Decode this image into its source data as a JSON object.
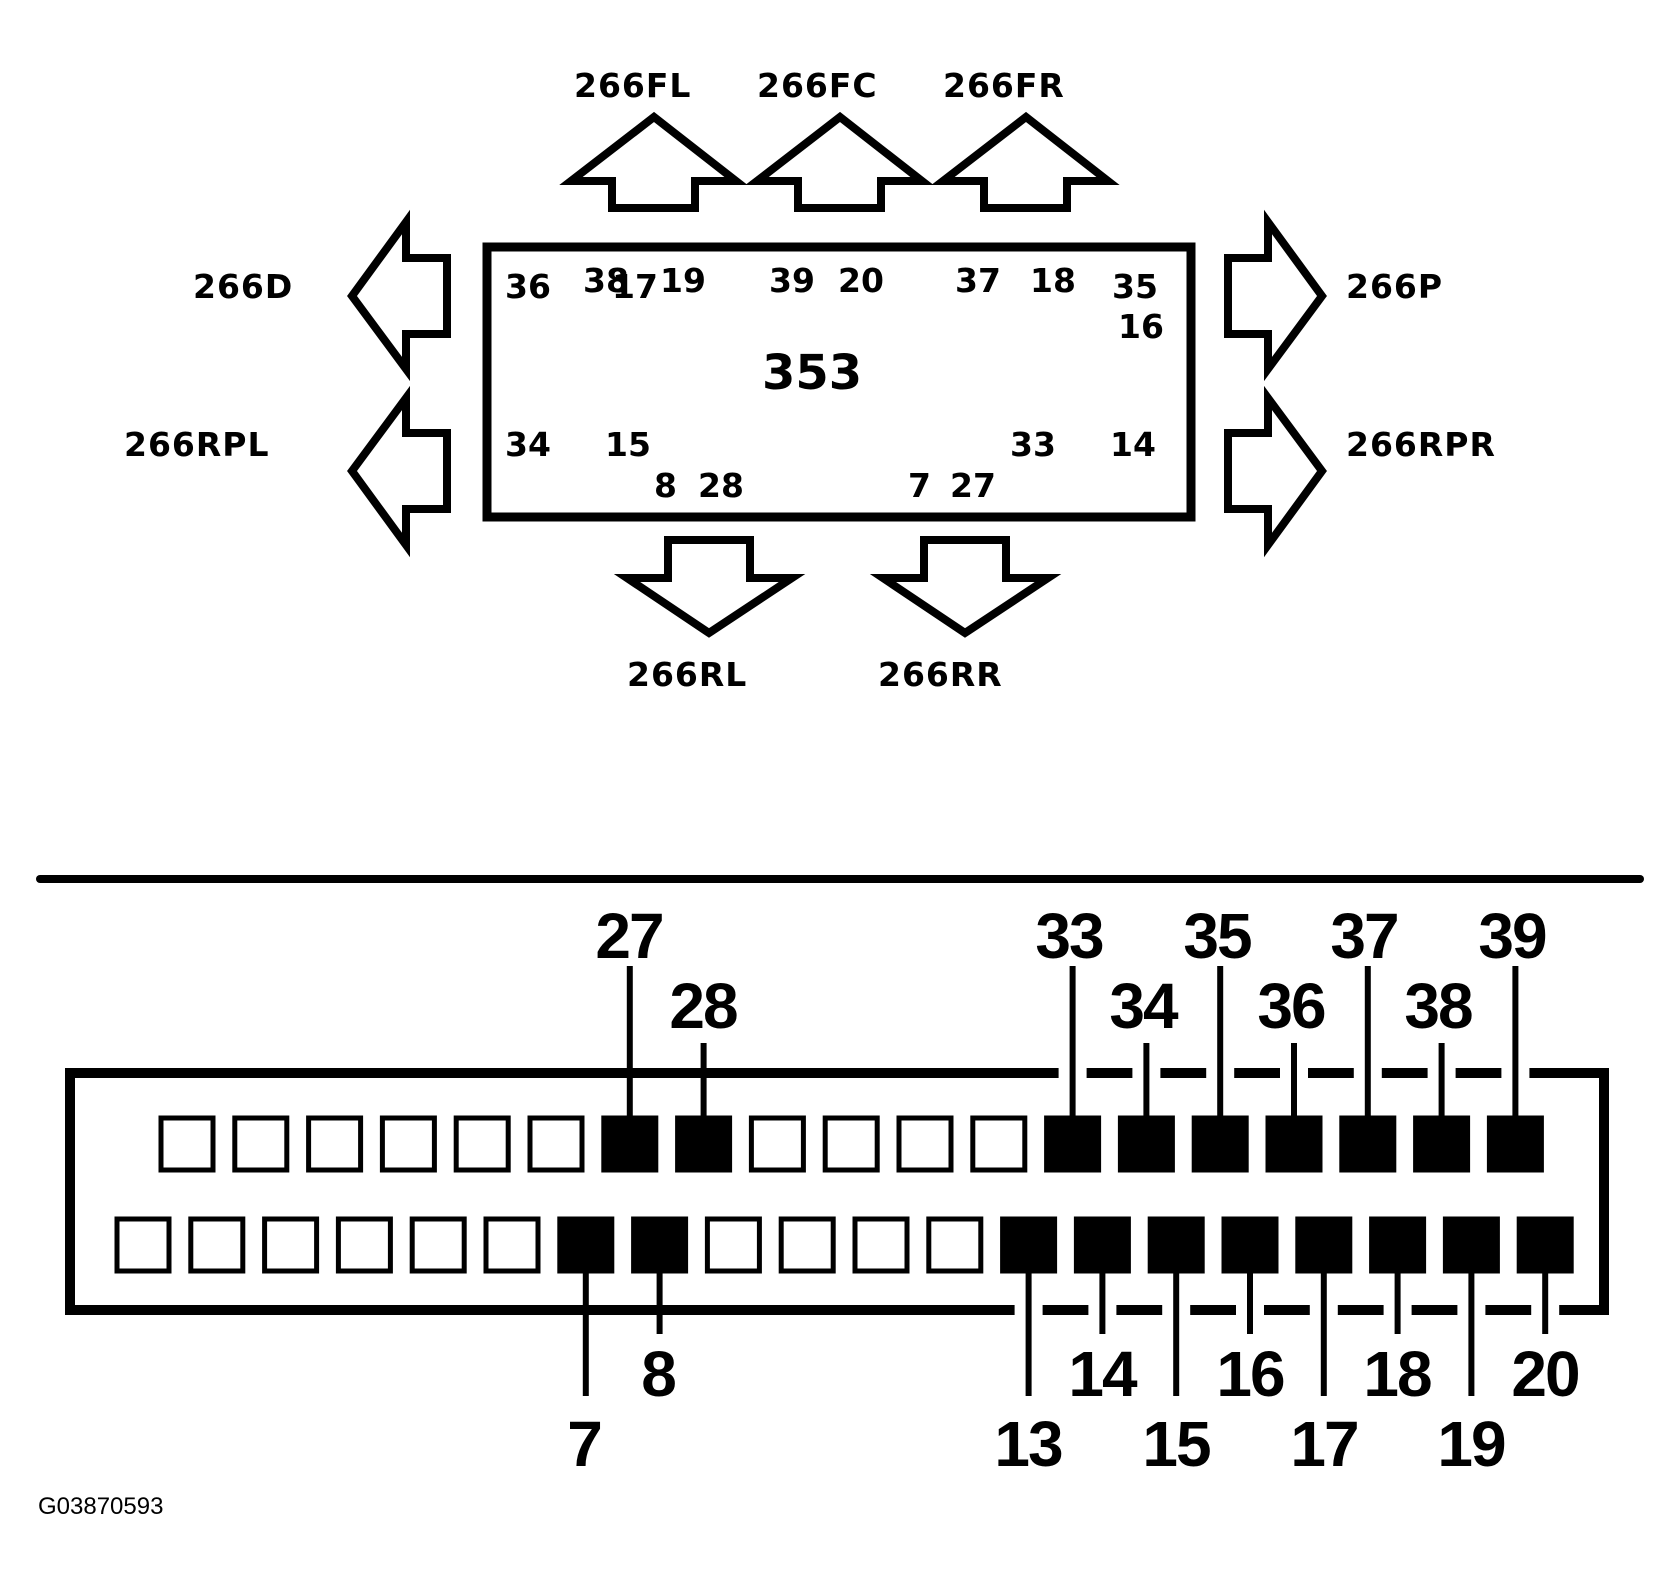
{
  "module": {
    "label": "353"
  },
  "arrows": [
    {
      "id": "fl",
      "label": "266FL"
    },
    {
      "id": "fc",
      "label": "266FC"
    },
    {
      "id": "fr",
      "label": "266FR"
    },
    {
      "id": "d",
      "label": "266D"
    },
    {
      "id": "rpl",
      "label": "266RPL"
    },
    {
      "id": "p",
      "label": "266P"
    },
    {
      "id": "rpr",
      "label": "266RPR"
    },
    {
      "id": "rl",
      "label": "266RL"
    },
    {
      "id": "rr",
      "label": "266RR"
    }
  ],
  "box_pins": {
    "p36": "36",
    "p38": "38",
    "p17": "17",
    "p19": "19",
    "p39": "39",
    "p20": "20",
    "p37": "37",
    "p18": "18",
    "p35": "35",
    "p16": "16",
    "p34": "34",
    "p15": "15",
    "p33": "33",
    "p14": "14",
    "p8": "8",
    "p28": "28",
    "p7": "7",
    "p27": "27"
  },
  "connector": {
    "top_row_filled": [
      false,
      false,
      false,
      false,
      false,
      false,
      true,
      true,
      false,
      false,
      false,
      false,
      true,
      true,
      true,
      true,
      true,
      true,
      true
    ],
    "bottom_row_filled": [
      false,
      false,
      false,
      false,
      false,
      false,
      true,
      true,
      false,
      false,
      false,
      false,
      true,
      true,
      true,
      true,
      true,
      true,
      true,
      true
    ],
    "top_labels": {
      "p27": "27",
      "p28": "28",
      "p33": "33",
      "p34": "34",
      "p35": "35",
      "p36": "36",
      "p37": "37",
      "p38": "38",
      "p39": "39"
    },
    "bottom_labels": {
      "p7": "7",
      "p8": "8",
      "p13": "13",
      "p14": "14",
      "p15": "15",
      "p16": "16",
      "p17": "17",
      "p18": "18",
      "p19": "19",
      "p20": "20"
    }
  },
  "figure_code": "G03870593"
}
